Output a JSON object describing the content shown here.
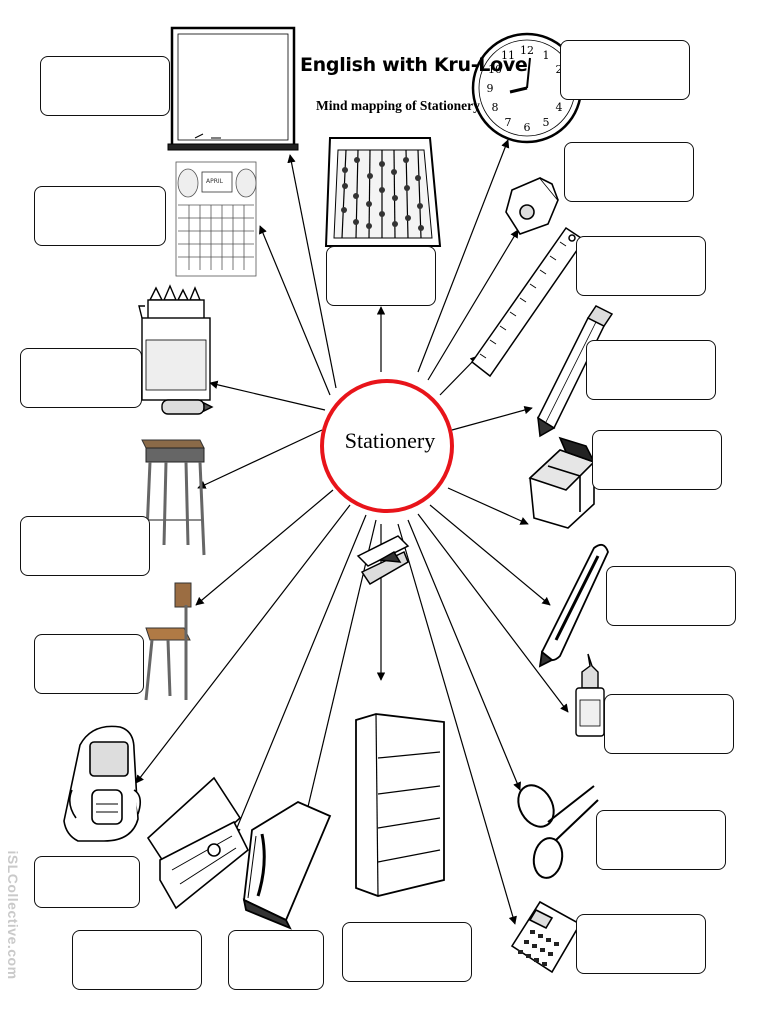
{
  "header": {
    "title": "English with Kru-Love",
    "subtitle": "Mind mapping of Stationery"
  },
  "center": {
    "label": "Stationery",
    "ring_color": "#e8141a"
  },
  "watermark": {
    "text": "iSLCollective.com"
  },
  "pictures": [
    {
      "name": "whiteboard-icon"
    },
    {
      "name": "calendar-icon"
    },
    {
      "name": "crayons-box-icon"
    },
    {
      "name": "desk-icon"
    },
    {
      "name": "chair-icon"
    },
    {
      "name": "backpack-icon"
    },
    {
      "name": "pencil-case-icon"
    },
    {
      "name": "book-icon"
    },
    {
      "name": "bookshelf-icon"
    },
    {
      "name": "abacus-icon"
    },
    {
      "name": "clock-icon"
    },
    {
      "name": "pencil-sharpener-icon"
    },
    {
      "name": "ruler-icon"
    },
    {
      "name": "pencil-icon"
    },
    {
      "name": "eraser-icon"
    },
    {
      "name": "pen-icon"
    },
    {
      "name": "glue-icon"
    },
    {
      "name": "scissors-icon"
    },
    {
      "name": "calculator-icon"
    },
    {
      "name": "stapler-icon"
    }
  ]
}
